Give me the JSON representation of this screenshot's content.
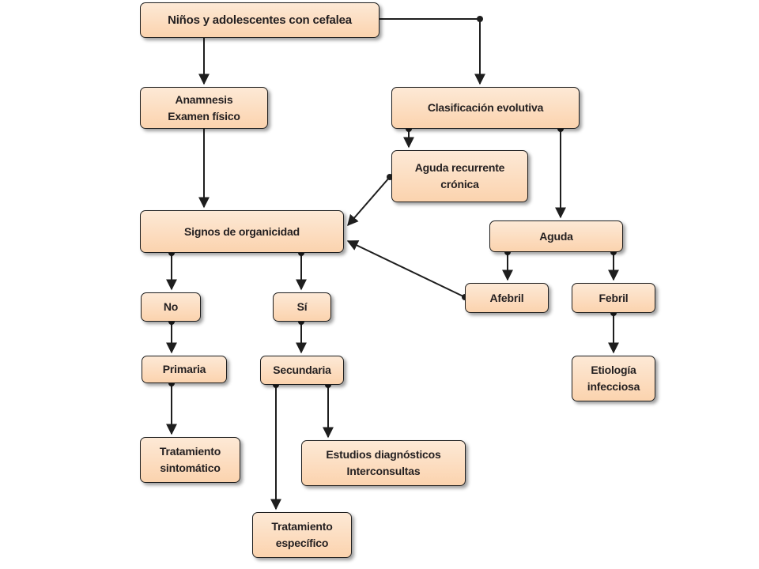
{
  "nodes": {
    "root": "Niños y adolescentes con cefalea",
    "anamnesis": "Anamnesis\nExamen físico",
    "clasificacion": "Clasificación evolutiva",
    "aguda_recurrente": "Aguda recurrente\ncrónica",
    "signos": "Signos de organicidad",
    "aguda": "Aguda",
    "no": "No",
    "si": "Sí",
    "afebril": "Afebril",
    "febril": "Febril",
    "primaria": "Primaria",
    "secundaria": "Secundaria",
    "etiologia": "Etiología\ninfecciosa",
    "trat_sintomatico": "Tratamiento\nsintomático",
    "estudios": "Estudios diagnósticos\nInterconsultas",
    "trat_especifico": "Tratamiento\nespecífico"
  },
  "colors": {
    "node_fill_top": "#fde9d6",
    "node_fill_bottom": "#fbd3ae",
    "line": "#1e1e1e"
  }
}
